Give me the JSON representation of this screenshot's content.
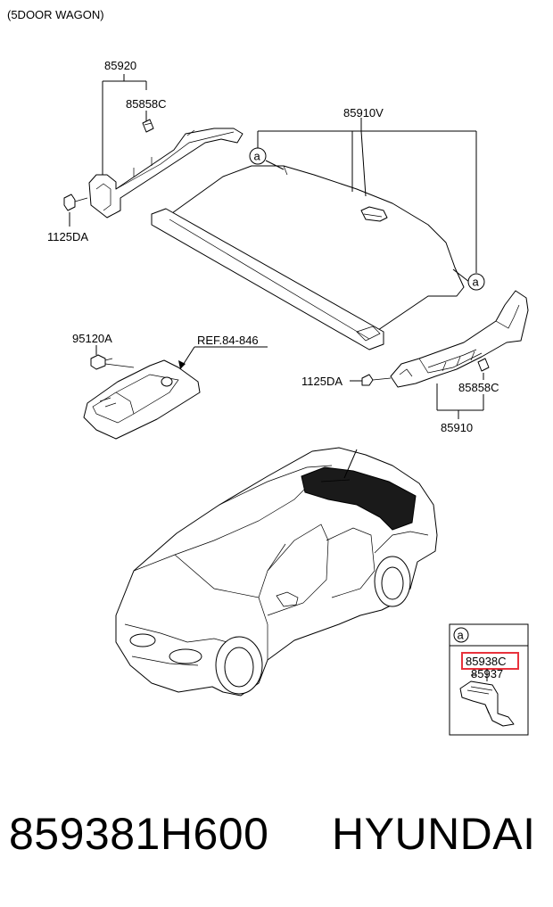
{
  "variant": "(5DOOR WAGON)",
  "callouts": {
    "c85920": "85920",
    "c85858c_top": "85858C",
    "c85910v": "85910V",
    "c1125da_left": "1125DA",
    "c95120a": "95120A",
    "ref": "REF.84-846",
    "c1125da_right": "1125DA",
    "c85858c_right": "85858C",
    "c85910": "85910",
    "marker_a": "a"
  },
  "detail_box": {
    "marker": "a",
    "highlighted_part": "85938C",
    "second_part": "85937"
  },
  "footer": {
    "part_number": "859381H600",
    "brand": "HYUNDAI"
  },
  "colors": {
    "highlight": "#e8323c",
    "line": "#000000",
    "dark_fill": "#1a1a1a"
  }
}
